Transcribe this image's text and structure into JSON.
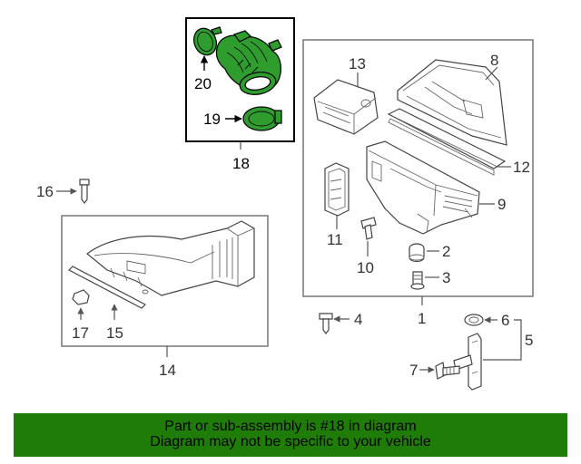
{
  "diagram": {
    "highlighted_part": "18",
    "highlight_color": "#2e9d2e",
    "banner_color": "#1f7d07",
    "callouts": {
      "c1": "1",
      "c2": "2",
      "c3": "3",
      "c4": "4",
      "c5": "5",
      "c6": "6",
      "c7": "7",
      "c8": "8",
      "c9": "9",
      "c10": "10",
      "c11": "11",
      "c12": "12",
      "c13": "13",
      "c14": "14",
      "c15": "15",
      "c16": "16",
      "c17": "17",
      "c18": "18",
      "c19": "19",
      "c20": "20"
    }
  },
  "banner": {
    "line1": "Part or sub-assembly is #18 in diagram",
    "line2": "Diagram may not be specific to your vehicle"
  }
}
